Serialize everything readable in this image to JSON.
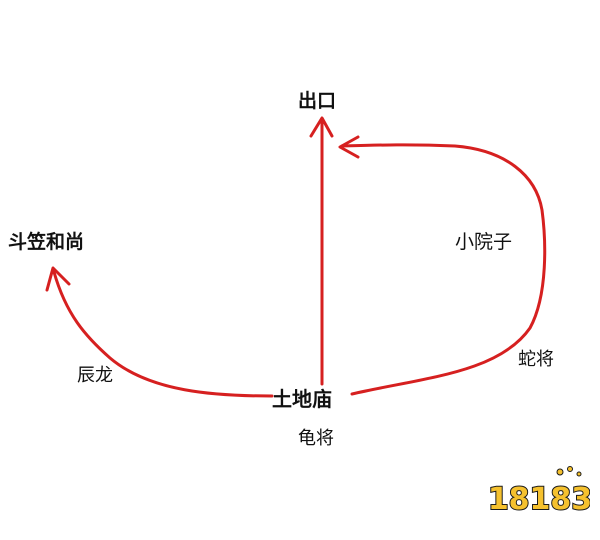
{
  "diagram": {
    "nodes": {
      "exit": "出口",
      "monk": "斗笠和尚",
      "courtyard": "小院子",
      "temple": "土地庙"
    },
    "edge_labels": {
      "chenlong": "辰龙",
      "shejiang": "蛇将",
      "guijiang": "龟将"
    },
    "colors": {
      "route": "#d62020",
      "text": "#111111"
    }
  },
  "watermark": {
    "text": "18183",
    "colors": [
      "#f5c12e",
      "#1a1a1a"
    ]
  }
}
